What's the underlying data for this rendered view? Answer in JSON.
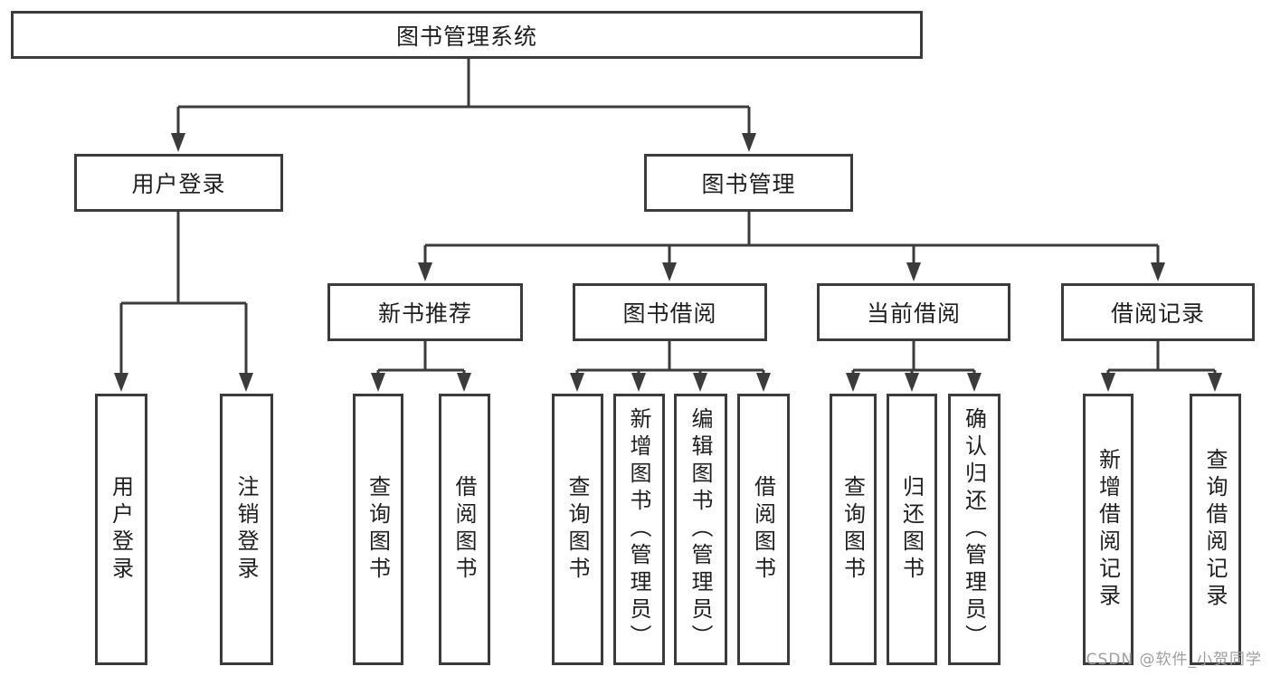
{
  "colors": {
    "line": "#3b3b3b",
    "text": "#1f1f1f",
    "watermark": "#9e9e9e",
    "background": "#ffffff"
  },
  "watermark": "CSDN @软件_小贺同学",
  "tree": {
    "root": {
      "label": "图书管理系统",
      "children": [
        {
          "label": "用户登录",
          "children": [
            {
              "label": "用户登录"
            },
            {
              "label": "注销登录"
            }
          ]
        },
        {
          "label": "图书管理",
          "children": [
            {
              "label": "新书推荐",
              "children": [
                {
                  "label": "查询图书"
                },
                {
                  "label": "借阅图书"
                }
              ]
            },
            {
              "label": "图书借阅",
              "children": [
                {
                  "label": "查询图书"
                },
                {
                  "label": "新增图书（管理员）"
                },
                {
                  "label": "编辑图书（管理员）"
                },
                {
                  "label": "借阅图书"
                }
              ]
            },
            {
              "label": "当前借阅",
              "children": [
                {
                  "label": "查询图书"
                },
                {
                  "label": "归还图书"
                },
                {
                  "label": "确认归还（管理员）"
                }
              ]
            },
            {
              "label": "借阅记录",
              "children": [
                {
                  "label": "新增借阅记录"
                },
                {
                  "label": "查询借阅记录"
                }
              ]
            }
          ]
        }
      ]
    }
  }
}
